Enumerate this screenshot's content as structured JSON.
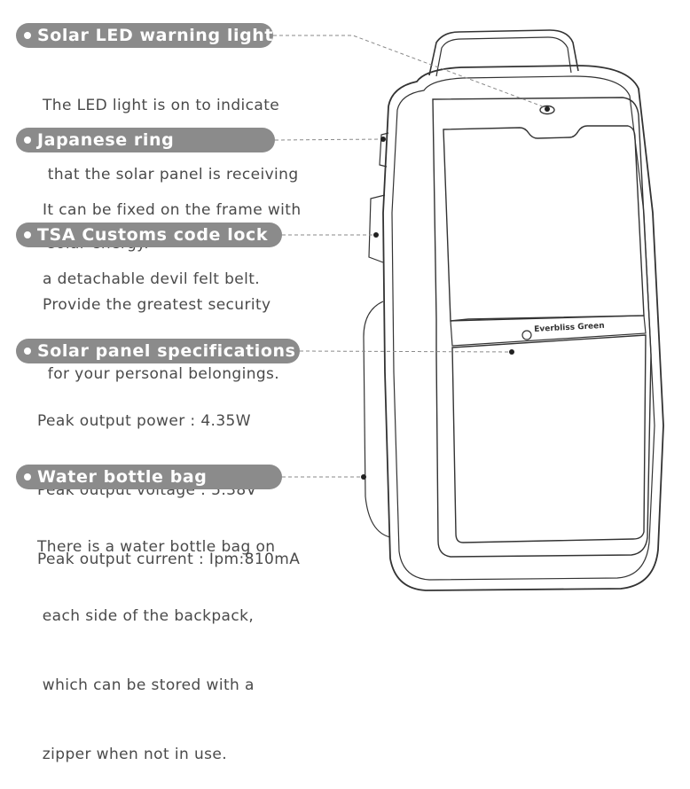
{
  "callouts": [
    {
      "title": "Solar LED warning light",
      "lines": [
        "The LED light is on to indicate",
        " that the solar panel is receiving",
        " solar energy."
      ]
    },
    {
      "title": "Japanese ring",
      "lines": [
        "It can be fixed on the frame with",
        "a detachable devil felt belt."
      ]
    },
    {
      "title": "TSA Customs code lock",
      "lines": [
        "Provide the greatest security",
        " for your personal belongings."
      ]
    },
    {
      "title": "Solar panel specifications",
      "lines": [
        "Peak output power : 4.35W",
        "Peak output voltage : 5.38V",
        "Peak output current : Ipm:810mA"
      ]
    },
    {
      "title": "Water bottle bag",
      "lines": [
        "There is a water bottle bag on",
        " each side of the backpack,",
        " which can be stored with a",
        " zipper when not in use."
      ]
    }
  ],
  "brand_label": "Everbliss Green",
  "colors": {
    "pill": "#8b8b8b",
    "text": "#4a4a4a",
    "line": "#333333"
  }
}
